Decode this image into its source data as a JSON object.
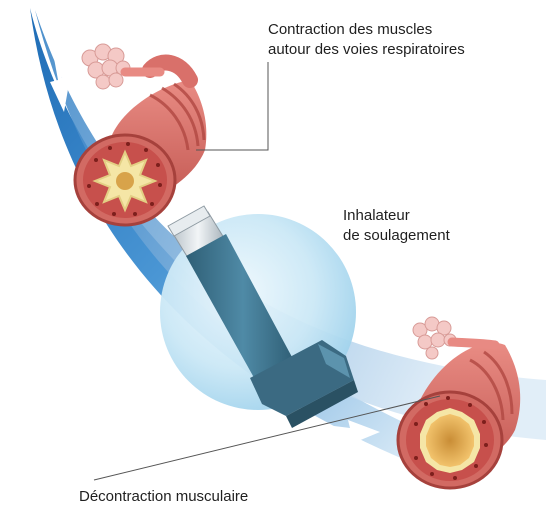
{
  "labels": {
    "contraction": {
      "line1": "Contraction des muscles",
      "line2": "autour des voies respiratoires"
    },
    "inhaler": {
      "line1": "Inhalateur",
      "line2": "de soulagement"
    },
    "relaxation": "Décontraction musculaire"
  },
  "colors": {
    "swoosh_dark": "#1f6fb8",
    "swoosh_light": "#cfe4f3",
    "airway_pink": "#d9706a",
    "airway_ring": "#b94a47",
    "alveoli": "#f4c9c6",
    "mucus_yellow": "#f5e6a6",
    "lumen_orange": "#e9b458",
    "inhaler_body": "#3f6f86",
    "inhaler_cap": "#d7dde1",
    "bubble": "#bfe3f4"
  },
  "icons": {
    "arrow_down": "arrow-down-icon",
    "arrow_right": "arrow-right-icon"
  }
}
